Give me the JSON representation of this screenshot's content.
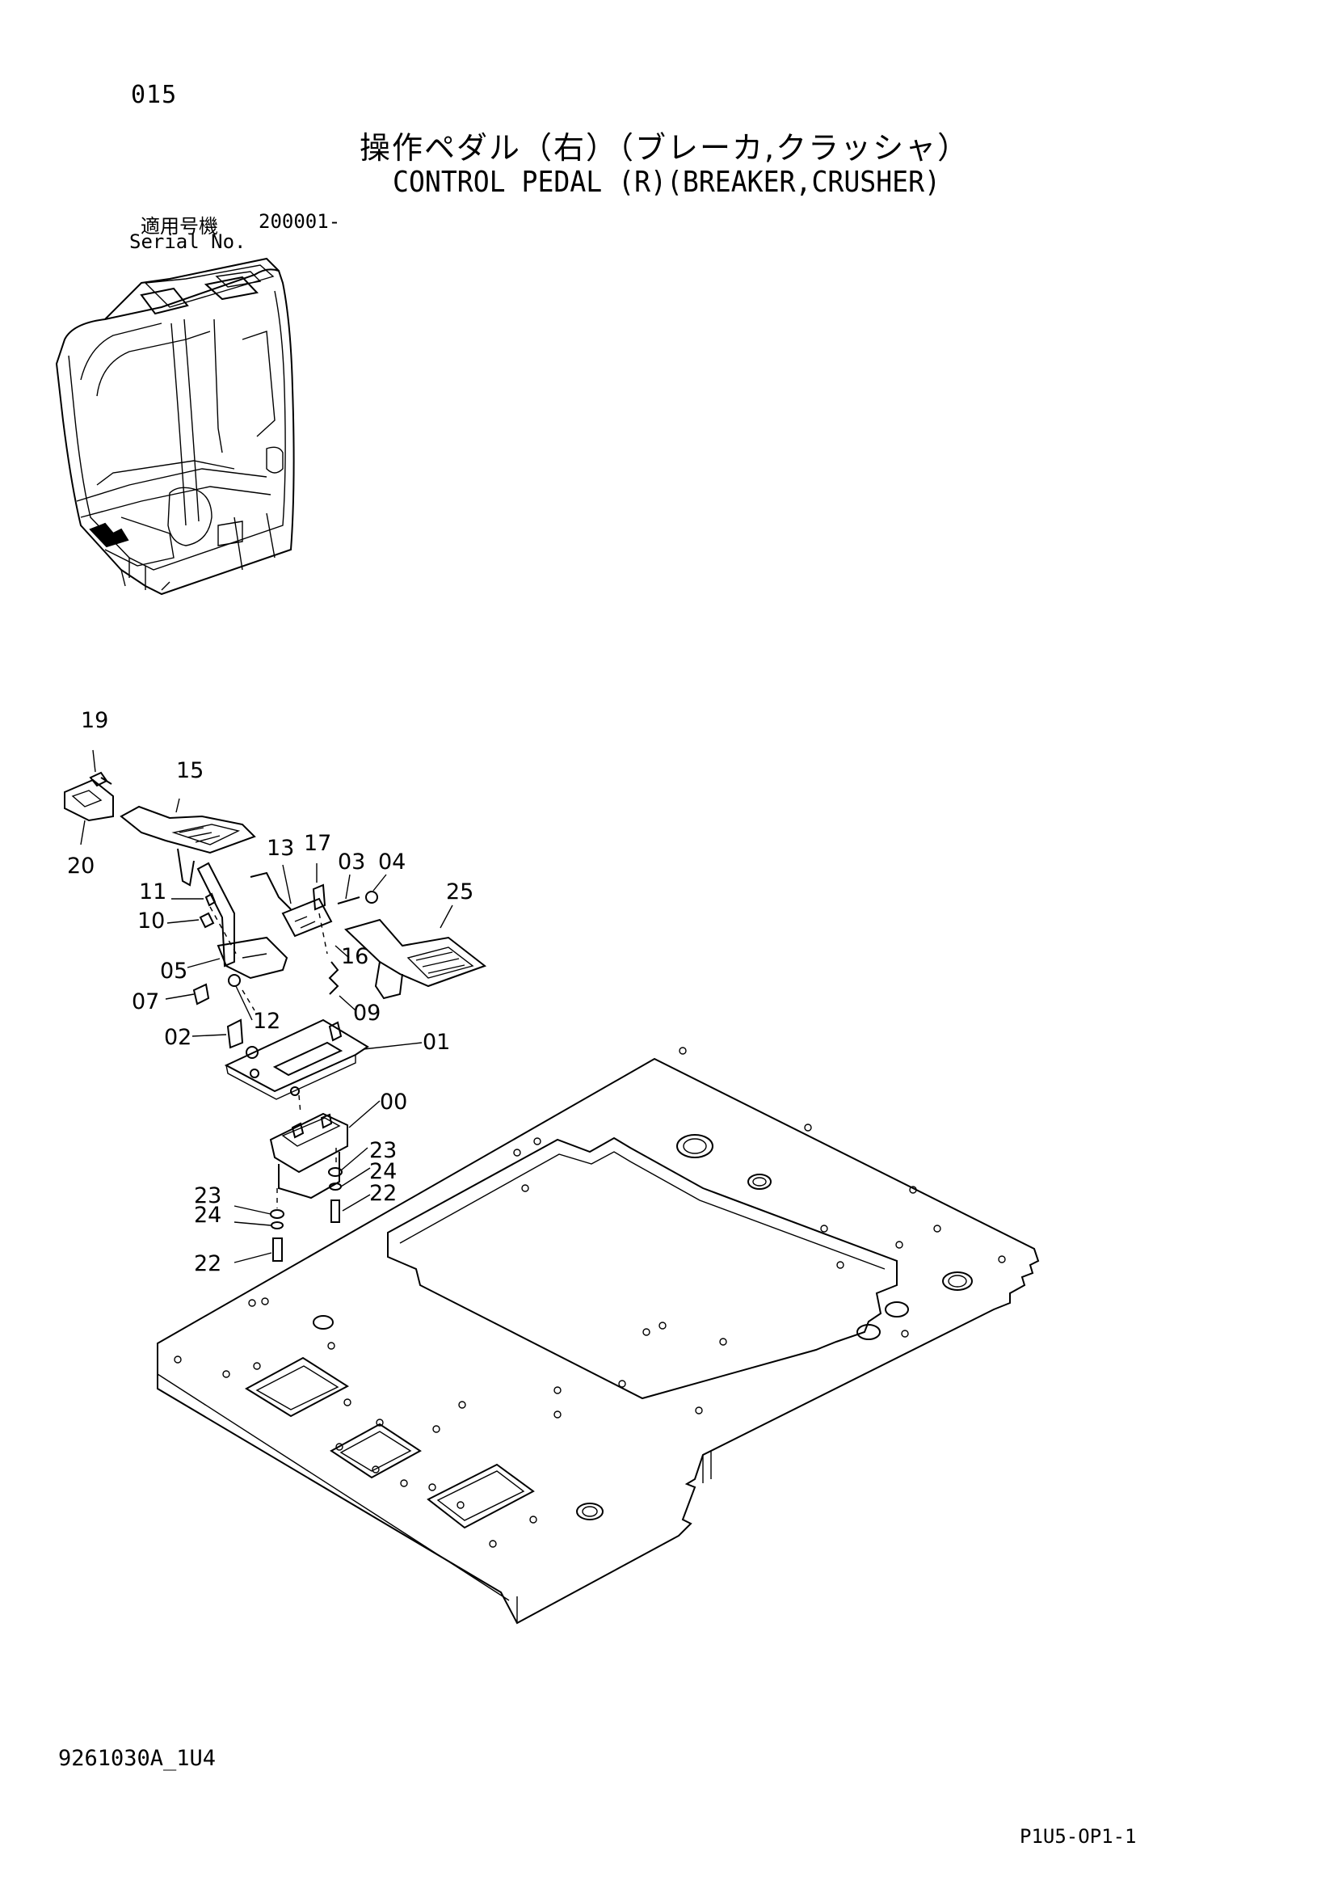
{
  "header": {
    "page_number": "015",
    "title_ja": "操作ペダル（右）（ブレーカ,クラッシャ）",
    "title_en": "CONTROL PEDAL (R)(BREAKER,CRUSHER)",
    "serial_label_ja": "適用号機",
    "serial_label_en": "Serial No.",
    "serial_value": "200001-"
  },
  "callouts": {
    "c19": "19",
    "c15": "15",
    "c20": "20",
    "c13": "13",
    "c17": "17",
    "c03": "03",
    "c04": "04",
    "c25": "25",
    "c11": "11",
    "c10": "10",
    "c16": "16",
    "c05": "05",
    "c07": "07",
    "c12": "12",
    "c09": "09",
    "c02": "02",
    "c01": "01",
    "c00": "00",
    "c23a": "23",
    "c24a": "24",
    "c22a": "22",
    "c23b": "23",
    "c24b": "24",
    "c22b": "22"
  },
  "footer": {
    "doc_code": "9261030A_1U4",
    "sheet_code": "P1U5-OP1-1"
  }
}
